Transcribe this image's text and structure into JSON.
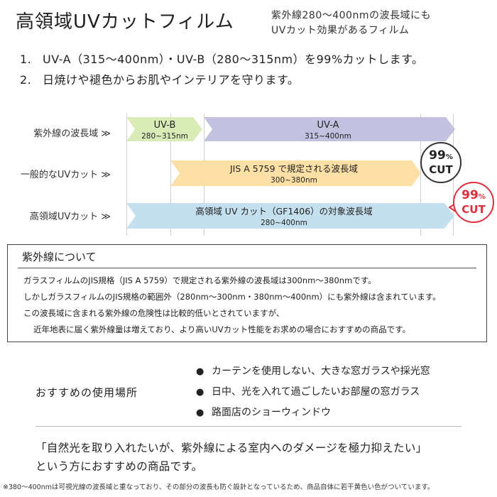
{
  "header": {
    "title": "高領域UVカットフィルム",
    "subtitle_lines": [
      "紫外線280〜400nmの波長域にも",
      "UVカット効果があるフィルム"
    ]
  },
  "points": [
    {
      "num": "1.",
      "text": "UV-A（315〜400nm）・UV-B（280〜315nm）を99%カットします。"
    },
    {
      "num": "2.",
      "text": "日焼けや褪色からお肌やインテリアを守ります。"
    }
  ],
  "colors": {
    "uvb": "#d9ecb8",
    "uva": "#c2c2e0",
    "jis": "#fde0a6",
    "high": "#c4e0ef",
    "badge_red": "#e02d3c"
  },
  "diagram": {
    "rows": [
      {
        "label": "紫外線の波長域 ≫"
      },
      {
        "label": "一般的なUVカット ≫"
      },
      {
        "label": "高領域UVカット ≫"
      }
    ],
    "bars": {
      "uvb": {
        "title": "UV-B",
        "range": "280~315nm"
      },
      "uva": {
        "title": "UV-A",
        "range": "315~400nm"
      },
      "jis": {
        "title": "JIS A 5759 で規定される波長域",
        "range": "300~380nm"
      },
      "high": {
        "title": "高領域 UV カット（GF1406）の対象波長域",
        "range": "280~400nm"
      }
    },
    "badges": [
      {
        "pct": "99",
        "pct_unit": "%",
        "cut": "CUT",
        "style": "black"
      },
      {
        "pct": "99",
        "pct_unit": "%",
        "cut": "CUT",
        "style": "red"
      }
    ]
  },
  "info": {
    "heading": "紫外線について",
    "lines": [
      "ガラスフィルムのJIS規格（JIS A 5759）で規定される紫外線の波長域は300nm〜380nmです。",
      "しかしガラスフィルムのJIS規格の範囲外（280nm〜300nm・380nm〜400nm）にも紫外線は含まれています。",
      "この波長域に含まれる紫外線の危険性は比較的低いとされていますが、",
      "近年地表に届く紫外線量は増えており、より高いUVカット性能をお求めの場合におすすめの商品です。"
    ]
  },
  "places": {
    "label": "おすすめの使用場所",
    "bullet": "●",
    "items": [
      "カーテンを使用しない、大きな窓ガラスや採光窓",
      "日中、光を入れて過ごしたいお部屋の窓ガラス",
      "路面店のショーウィンドウ"
    ]
  },
  "quote": {
    "lines": [
      "「自然光を取り入れたいが、紫外線による室内へのダメージを極力抑えたい」",
      "という方におすすめの商品です。"
    ]
  },
  "footnote": "※380〜400nmは可視光線の波長域と重なっており、その部分の波長も防ぐ設計となっているため、商品自体に若干黄色い色がついています。"
}
